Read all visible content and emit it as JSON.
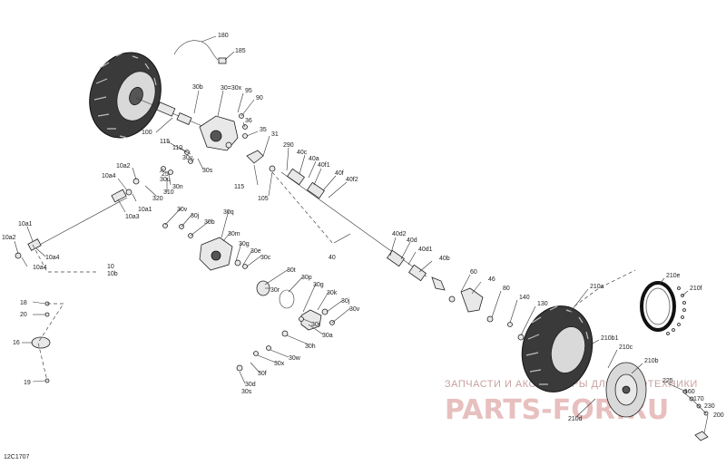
{
  "diagram_ref": "12C1707",
  "watermark": {
    "top_text": "ЗАПЧАСТИ И АКСЕССУАРЫ ДЛЯ МОТОТЕХНИКИ",
    "big_text": "PARTS-FOR.RU"
  },
  "callouts": {
    "c180": "180",
    "c185": "185",
    "c30b": "30b",
    "c30_30x": "30=30x",
    "c95": "95",
    "c90": "90",
    "c36": "36",
    "c35": "35",
    "c31": "31",
    "c100": "100",
    "c115a": "115",
    "c110": "110",
    "c30v_a": "30v",
    "c30s_a": "30s",
    "c290": "290",
    "c40c": "40c",
    "c40a": "40a",
    "c40f1": "40f1",
    "c40f": "40f",
    "c40f2": "40f2",
    "c115b": "115",
    "c105": "105",
    "c10a2_a": "10a2",
    "c10a4_a": "10a4",
    "c25": "25",
    "c30u": "30u",
    "c30n": "30n",
    "c310": "310",
    "c320": "320",
    "c10a1_a": "10a1",
    "c10a3": "10a3",
    "c10a1_b": "10a1",
    "c10a2_b": "10a2",
    "c10a4_b": "10a4",
    "c10": "10",
    "c10b": "10b",
    "c30v_b": "30v",
    "c30j_a": "30j",
    "c30b_b": "30b",
    "c30q": "30q",
    "c30m": "30m",
    "c30g_a": "30g",
    "c30e": "30e",
    "c30c": "30c",
    "c30t": "30t",
    "c30p": "30p",
    "c30r": "30r",
    "c30g_b": "30g",
    "c30k": "30k",
    "c30j_b": "30j",
    "c30v_c": "30v",
    "c30i": "30i",
    "c30a": "30a",
    "c30h": "30h",
    "c30w": "30w",
    "c30x": "30x",
    "c30f": "30f",
    "c30d": "30d",
    "c30s_b": "30s",
    "c40": "40",
    "c40d2": "40d2",
    "c40d": "40d",
    "c40d1": "40d1",
    "c40b": "40b",
    "c60": "60",
    "c46": "46",
    "c80": "80",
    "c140": "140",
    "c130": "130",
    "c210a": "210a",
    "c210e": "210e",
    "c210f": "210f",
    "c210b1": "210b1",
    "c210c": "210c",
    "c210b": "210b",
    "c210d": "210d",
    "c225": "225",
    "c160": "160",
    "c170": "170",
    "c230": "230",
    "c200": "200",
    "c18": "18",
    "c20": "20",
    "c16": "16",
    "c19": "19"
  }
}
